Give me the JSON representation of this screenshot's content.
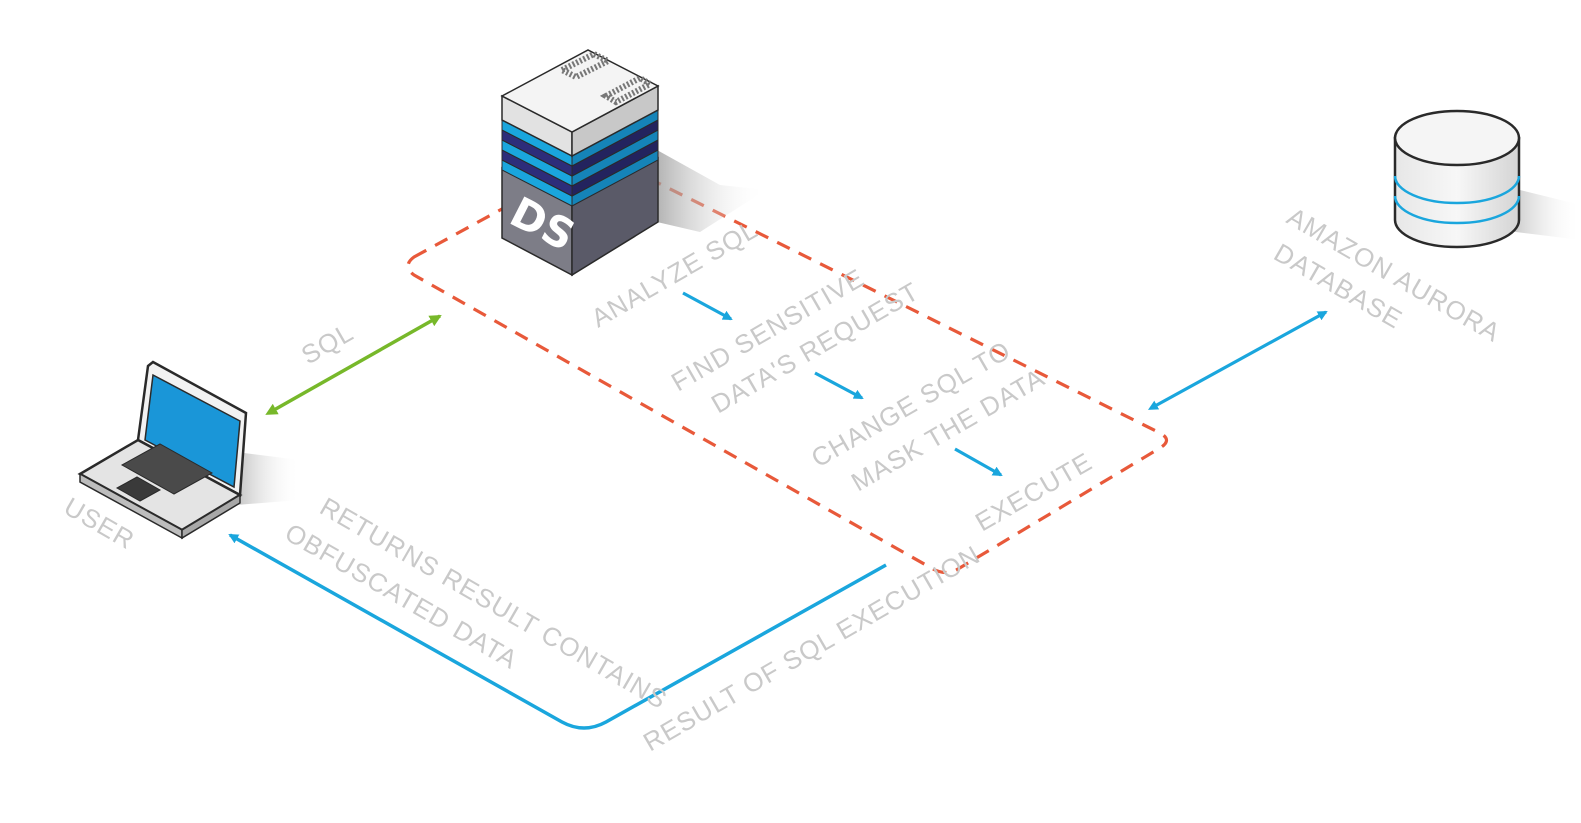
{
  "nodes": {
    "user": {
      "label": "USER"
    },
    "server": {
      "badge": "DS"
    },
    "database": {
      "label_line1": "AMAZON AURORA",
      "label_line2": "DATABASE"
    }
  },
  "edges": {
    "sql": {
      "label": "SQL",
      "color": "#77b82a"
    },
    "result_of_sql_execution": {
      "label": "RESULT OF SQL EXECUTION",
      "color": "#1aa6dd"
    },
    "returns_result": {
      "label_line1": "RETURNS RESULT CONTAINS",
      "label_line2": "OBFUSCATED DATA",
      "color": "#1aa6dd"
    },
    "database_link": {
      "color": "#1aa6dd"
    }
  },
  "process": {
    "border_color": "#e8593a",
    "steps": [
      {
        "line1": "ANALYZE SQL"
      },
      {
        "line1": "FIND SENSITIVE",
        "line2": "DATA'S REQUEST"
      },
      {
        "line1": "CHANGE SQL TO",
        "line2": "MASK THE DATA"
      },
      {
        "line1": "EXECUTE"
      }
    ]
  }
}
